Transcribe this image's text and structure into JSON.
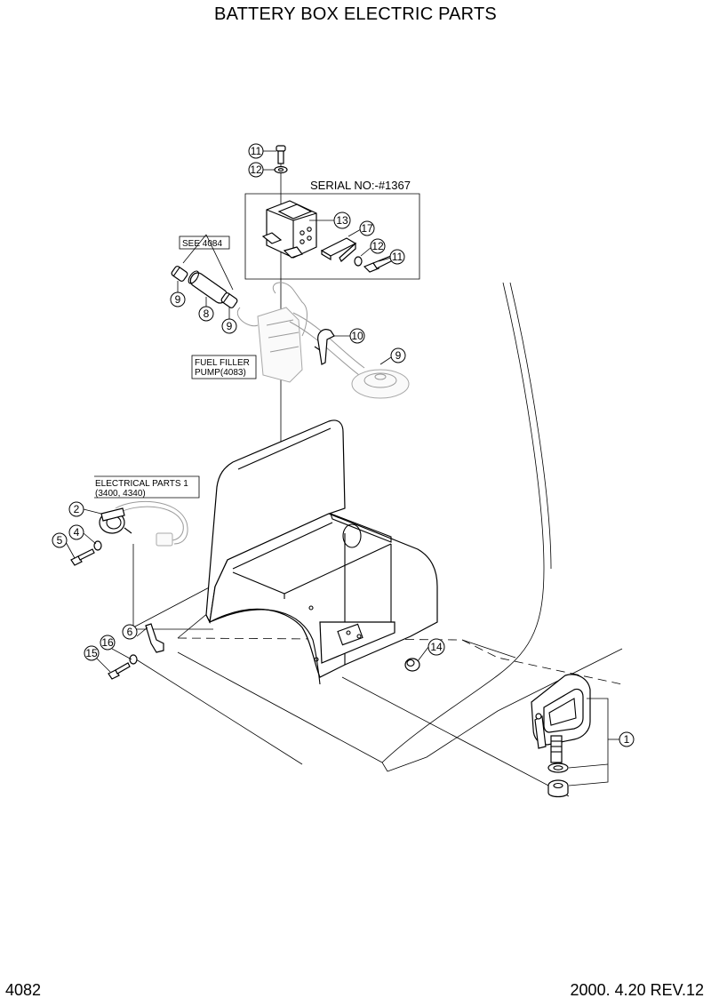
{
  "document": {
    "title": "BATTERY BOX ELECTRIC PARTS",
    "page_number": "4082",
    "revision": "2000. 4.20 REV.12"
  },
  "notes": {
    "serial": "SERIAL NO:-#1367",
    "see_ref": "SEE 4084",
    "fuel_line1": "FUEL FILLER",
    "fuel_line2": "PUMP(4083)",
    "elec_line1": "ELECTRICAL PARTS 1",
    "elec_line2": "(3400, 4340)"
  },
  "callouts": {
    "c11_top": "11",
    "c12_top": "12",
    "c13": "13",
    "c17": "17",
    "c12_mid": "12",
    "c11_mid": "11",
    "c9_left": "9",
    "c8": "8",
    "c9_mid": "9",
    "c10": "10",
    "c9_right": "9",
    "c2": "2",
    "c4": "4",
    "c5": "5",
    "c6": "6",
    "c16": "16",
    "c15": "15",
    "c14": "14",
    "c1": "1"
  }
}
